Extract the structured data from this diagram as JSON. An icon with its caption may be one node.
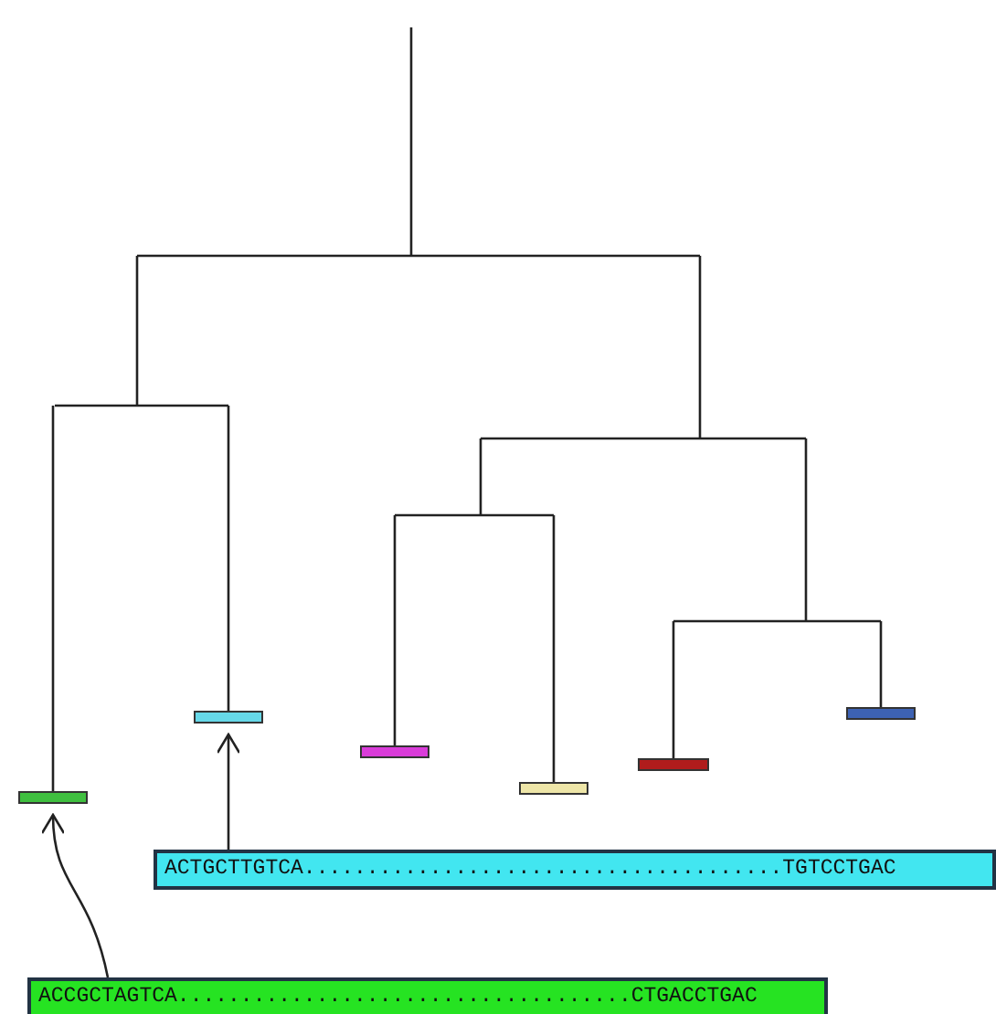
{
  "diagram": {
    "nodes": [
      {
        "text": [],
        "shape": "bar"
      },
      {
        "text": [],
        "shape": "bar"
      },
      {
        "text": [],
        "shape": "bar"
      },
      {
        "text": [],
        "shape": "bar"
      },
      {
        "text": [],
        "shape": "bar"
      },
      {
        "text": [],
        "shape": "bar"
      },
      {
        "text": [
          "ACTGCTTGTCA......................................TGTCCTGAC"
        ]
      },
      {
        "text": [
          "ACCGCTAGTCA....................................CTGACCTGAC"
        ]
      }
    ],
    "edges": [
      {
        "from": 6,
        "to": 1,
        "arrow": "to"
      },
      {
        "from": 7,
        "to": 0,
        "arrow": "to"
      }
    ]
  }
}
